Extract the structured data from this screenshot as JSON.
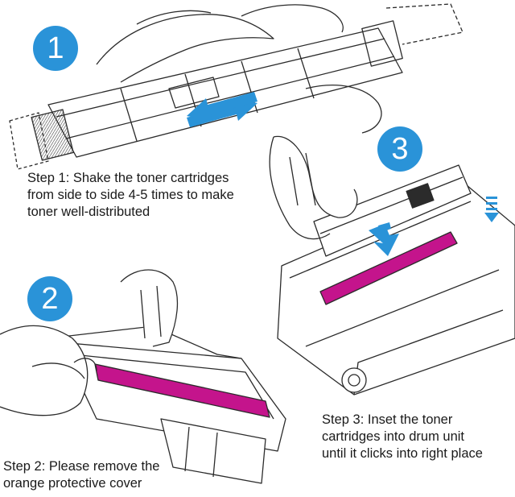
{
  "colors": {
    "accent_blue": "#2a93d8",
    "toner_magenta": "#c4148c",
    "line": "#2b2b2b",
    "background": "#ffffff"
  },
  "steps": [
    {
      "number": "1",
      "icon": "shake-arrows-icon",
      "caption_lines": [
        "Step 1: Shake the toner cartridges",
        "from side to side 4-5 times to make",
        "toner well-distributed"
      ]
    },
    {
      "number": "2",
      "icon": "remove-cover-icon",
      "caption_lines": [
        "Step 2: Please remove the",
        "orange protective cover"
      ]
    },
    {
      "number": "3",
      "icon": "insert-down-arrow-icon",
      "caption_lines": [
        "Step 3: Inset the toner",
        "cartridges into drum unit",
        "until it clicks into right place"
      ]
    }
  ]
}
